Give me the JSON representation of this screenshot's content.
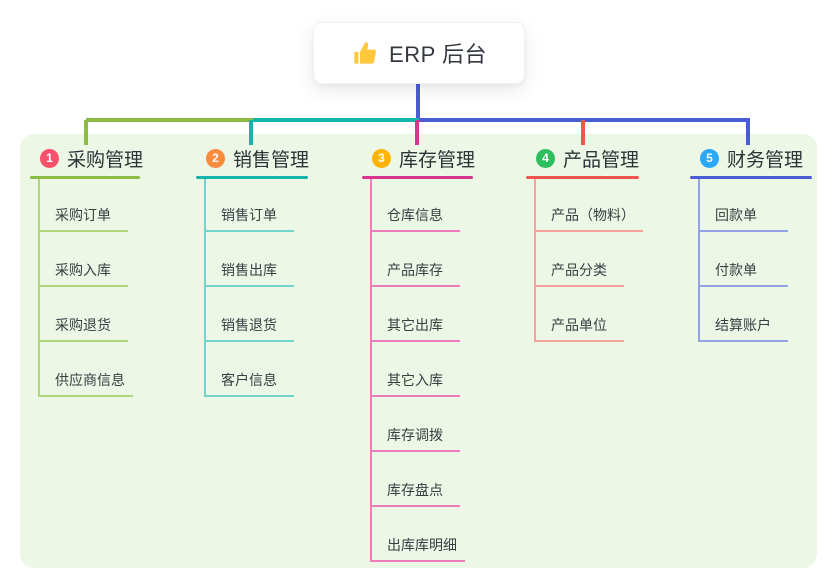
{
  "root": {
    "label": "ERP 后台",
    "icon": "thumbs-up-icon",
    "icon_color": "#FFC83D"
  },
  "colors": {
    "panel_bg": "#ECF7E6",
    "root_line": "#4A5CD4",
    "card_bg": "#FFFFFF",
    "title_text": "#2F3237",
    "item_text": "#3A3D42"
  },
  "branches": [
    {
      "index": "1",
      "title": "采购管理",
      "badge_color": "#F8516B",
      "line_color": "#8BBC43",
      "item_line_color": "#AFD77F",
      "items": [
        "采购订单",
        "采购入库",
        "采购退货",
        "供应商信息"
      ]
    },
    {
      "index": "2",
      "title": "销售管理",
      "badge_color": "#FB8B3D",
      "line_color": "#16B5AB",
      "item_line_color": "#72D4C8",
      "items": [
        "销售订单",
        "销售出库",
        "销售退货",
        "客户信息"
      ]
    },
    {
      "index": "3",
      "title": "库存管理",
      "badge_color": "#FFB303",
      "line_color": "#D6368F",
      "item_line_color": "#F07CBC",
      "items": [
        "仓库信息",
        "产品库存",
        "其它出库",
        "其它入库",
        "库存调拨",
        "库存盘点",
        "出库库明细"
      ]
    },
    {
      "index": "4",
      "title": "产品管理",
      "badge_color": "#2EBE5F",
      "line_color": "#F2554F",
      "item_line_color": "#F7A29C",
      "items": [
        "产品（物料）",
        "产品分类",
        "产品单位"
      ]
    },
    {
      "index": "5",
      "title": "财务管理",
      "badge_color": "#2BA7F6",
      "line_color": "#4A5CD4",
      "item_line_color": "#93A3E3",
      "items": [
        "回款单",
        "付款单",
        "结算账户"
      ]
    }
  ]
}
